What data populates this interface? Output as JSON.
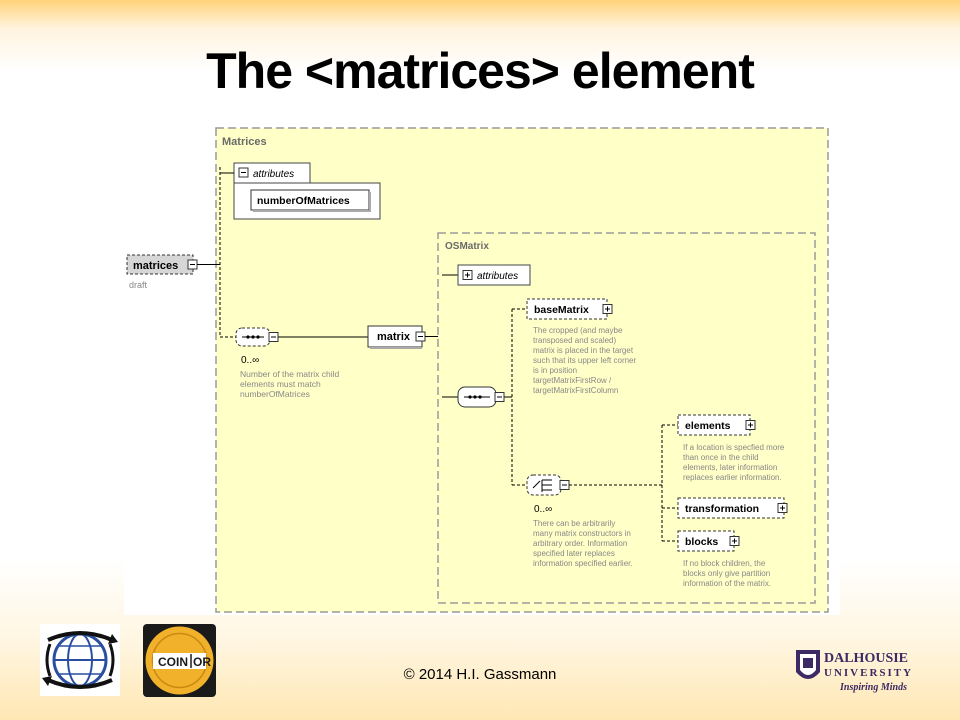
{
  "slide": {
    "title": "The <matrices> element",
    "copyright": "© 2014 H.I. Gassmann"
  },
  "diagram": {
    "root": {
      "name": "matrices",
      "note": "draft"
    },
    "matrices_type": {
      "label": "Matrices"
    },
    "attributes_box": {
      "label": "attributes",
      "attribute": "numberOfMatrices"
    },
    "sequence": {
      "occurrence": "0..∞",
      "note": [
        "Number of the matrix child",
        "elements must match",
        "numberOfMatrices"
      ]
    },
    "matrix_element": {
      "name": "matrix"
    },
    "osmatrix_type": {
      "label": "OSMatrix"
    },
    "osmatrix_attributes": {
      "label": "attributes"
    },
    "base_matrix": {
      "name": "baseMatrix",
      "note": [
        "The cropped (and maybe",
        "transposed and scaled)",
        "matrix is placed in the target",
        "such that its upper left corner",
        "is in position",
        "targetMatrixFirstRow /",
        "targetMatrixFirstColumn"
      ]
    },
    "choice": {
      "occurrence": "0..∞",
      "note": [
        "There can be arbitrarily",
        "many matrix constructors in",
        "arbitrary order. Information",
        "specified later replaces",
        "information specified earlier."
      ]
    },
    "elements": {
      "name": "elements",
      "note": [
        "If a location is specfied more",
        "than once in the child",
        "elements, later information",
        "replaces earlier information."
      ]
    },
    "transformation": {
      "name": "transformation"
    },
    "blocks": {
      "name": "blocks",
      "note": [
        "If no block children, the",
        "blocks only give partition",
        "information of the matrix."
      ]
    }
  },
  "logos": {
    "coinor": {
      "text_left": "COIN",
      "text_right": "OR"
    },
    "dalhousie": {
      "line1": "DALHOUSIE",
      "line2": "UNIVERSITY",
      "tagline": "Inspiring Minds"
    }
  },
  "colors": {
    "diagram_fill": "#ffffc8",
    "diagram_border": "#9a9a9a",
    "dal_purple": "#3b2a63"
  }
}
